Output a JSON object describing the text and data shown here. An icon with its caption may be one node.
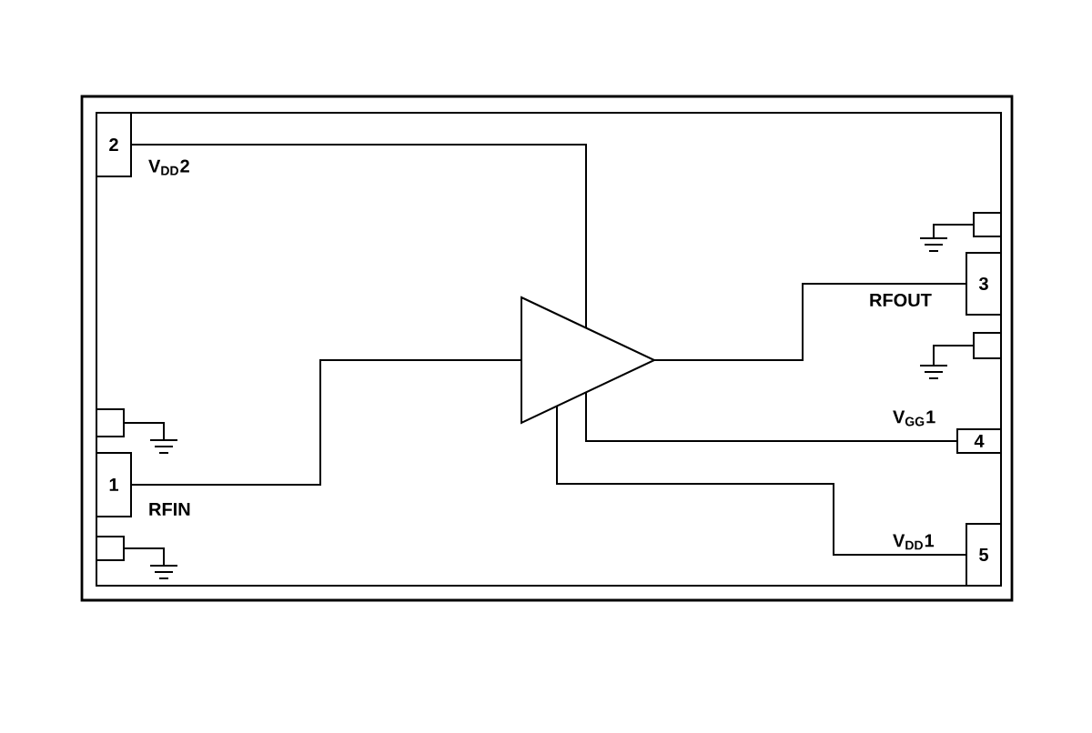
{
  "diagram": {
    "nodes": [
      {
        "text": [
          "2"
        ],
        "beside": [
          "V$_{DD}$2"
        ]
      },
      {
        "text": [],
        "shape": "box"
      },
      {
        "text": [],
        "shape": "ground"
      },
      {
        "text": [
          "3"
        ],
        "beside": [
          "RFOUT"
        ]
      },
      {
        "text": [],
        "shape": "box"
      },
      {
        "text": [],
        "shape": "ground"
      },
      {
        "text": [],
        "shape": "triangle"
      },
      {
        "text": [
          "4"
        ],
        "beside": [
          "V$_{GG}$1"
        ]
      },
      {
        "text": [],
        "shape": "box"
      },
      {
        "text": [],
        "shape": "ground"
      },
      {
        "text": [
          "1"
        ],
        "beside": [
          "RFIN"
        ]
      },
      {
        "text": [],
        "shape": "box"
      },
      {
        "text": [],
        "shape": "ground"
      },
      {
        "text": [
          "5"
        ],
        "beside": [
          "V$_{DD}$1"
        ]
      }
    ],
    "edges": [
      {
        "from": 0,
        "to": 6,
        "arrow": "none"
      },
      {
        "from": 1,
        "to": 2,
        "arrow": "none"
      },
      {
        "from": 6,
        "to": 3,
        "arrow": "none"
      },
      {
        "from": 4,
        "to": 5,
        "arrow": "none"
      },
      {
        "from": 6,
        "to": 7,
        "arrow": "none"
      },
      {
        "from": 8,
        "to": 9,
        "arrow": "none"
      },
      {
        "from": 10,
        "to": 6,
        "arrow": "none"
      },
      {
        "from": 11,
        "to": 12,
        "arrow": "none"
      },
      {
        "from": 6,
        "to": 13,
        "arrow": "none"
      }
    ]
  }
}
